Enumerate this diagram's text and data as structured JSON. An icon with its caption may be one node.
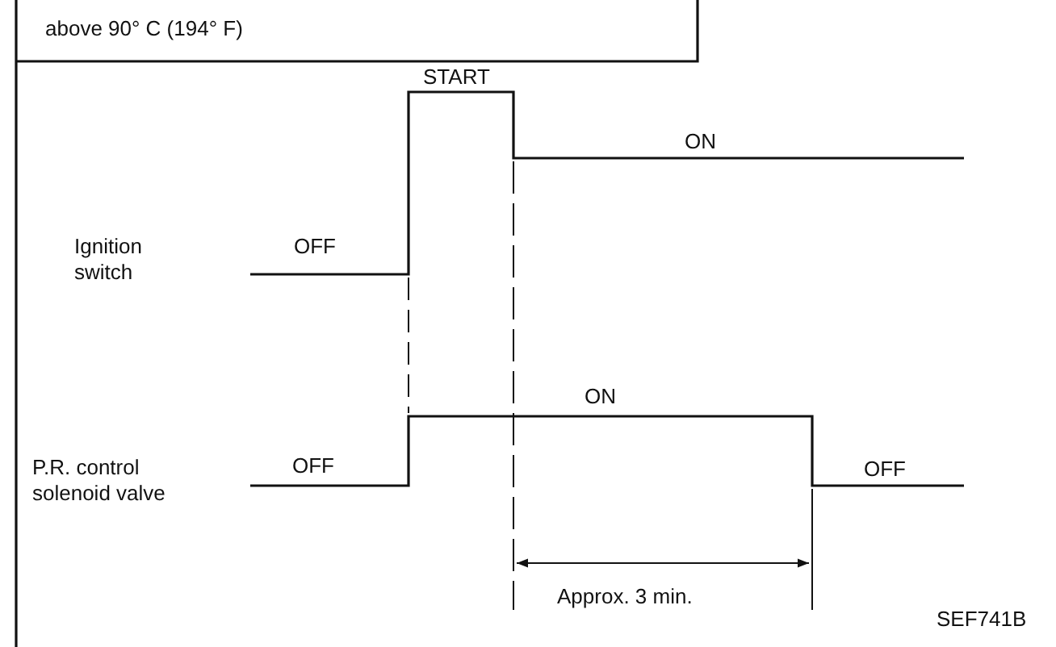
{
  "diagram": {
    "labels": [
      "above 90° C (194° F)",
      "START",
      "ON",
      "Ignition switch",
      "OFF",
      "ON",
      "P.R. control solenoid valve",
      "OFF",
      "OFF",
      "Approx. 3 min.",
      "SEF741B"
    ]
  }
}
